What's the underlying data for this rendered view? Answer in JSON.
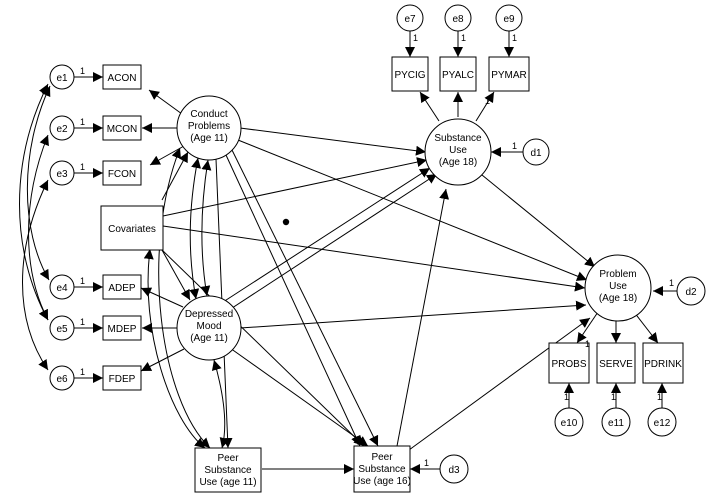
{
  "diagram": {
    "loading_label": "1",
    "observed": {
      "acon": "ACON",
      "mcon": "MCON",
      "fcon": "FCON",
      "adep": "ADEP",
      "mdep": "MDEP",
      "fdep": "FDEP",
      "covariates": "Covariates",
      "pycig": "PYCIG",
      "pyalc": "PYALC",
      "pymar": "PYMAR",
      "probs": "PROBS",
      "serve": "SERVE",
      "pdrink": "PDRINK",
      "peer11": [
        "Peer",
        "Substance",
        "Use (age 11)"
      ],
      "peer16": [
        "Peer",
        "Substance",
        "Use (age 16)"
      ]
    },
    "latent": {
      "conduct": [
        "Conduct",
        "Problems",
        "(Age 11)"
      ],
      "depressed": [
        "Depressed",
        "Mood",
        "(Age 11)"
      ],
      "substance": [
        "Substance",
        "Use",
        "(Age 18)"
      ],
      "problem": [
        "Problem",
        "Use",
        "(Age 18)"
      ]
    },
    "errors": {
      "e1": "e1",
      "e2": "e2",
      "e3": "e3",
      "e4": "e4",
      "e5": "e5",
      "e6": "e6",
      "e7": "e7",
      "e8": "e8",
      "e9": "e9",
      "e10": "e10",
      "e11": "e11",
      "e12": "e12",
      "d1": "d1",
      "d2": "d2",
      "d3": "d3"
    }
  }
}
